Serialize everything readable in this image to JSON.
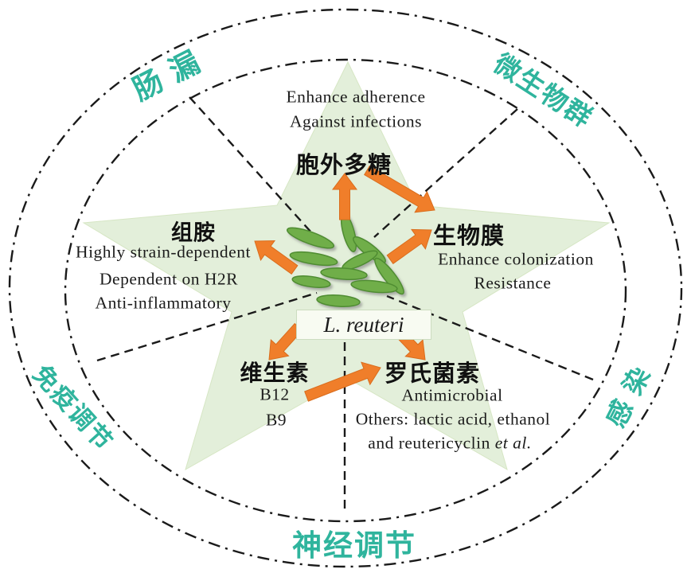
{
  "colors": {
    "teal": "#2fb49d",
    "orange": "#f07e2a",
    "orange_edge": "#d96d1d",
    "star_green": "#e3efda",
    "star_edge": "#d6e6c4",
    "bacteria_green": "#6fae49",
    "bacteria_edge": "#4f8c30",
    "line": "#1a1a1a",
    "text": "#1b1b1b"
  },
  "center": {
    "organism_label": "L. reuteri"
  },
  "ring_labels": {
    "top_left": "肠 漏",
    "top_right": "微生物群",
    "left": "免疫调节",
    "right": "感 染",
    "bottom": "神经调节"
  },
  "sectors": {
    "exopolysaccharide": {
      "name": "胞外多糖",
      "notes": [
        "Enhance adherence",
        "Against infections"
      ]
    },
    "histamine": {
      "name": "组胺",
      "notes": [
        "Highly strain-dependent",
        "Dependent on H2R",
        "Anti-inflammatory"
      ]
    },
    "biofilm": {
      "name": "生物膜",
      "notes": [
        "Enhance colonization",
        "Resistance"
      ]
    },
    "vitamins": {
      "name": "维生素",
      "notes": [
        "B12",
        "B9"
      ]
    },
    "reuterin": {
      "name": "罗氏菌素",
      "notes": [
        "Antimicrobial",
        "Others: lactic acid, ethanol",
        "and reutericyclin "
      ],
      "notes_italic_suffix": "et al."
    }
  }
}
